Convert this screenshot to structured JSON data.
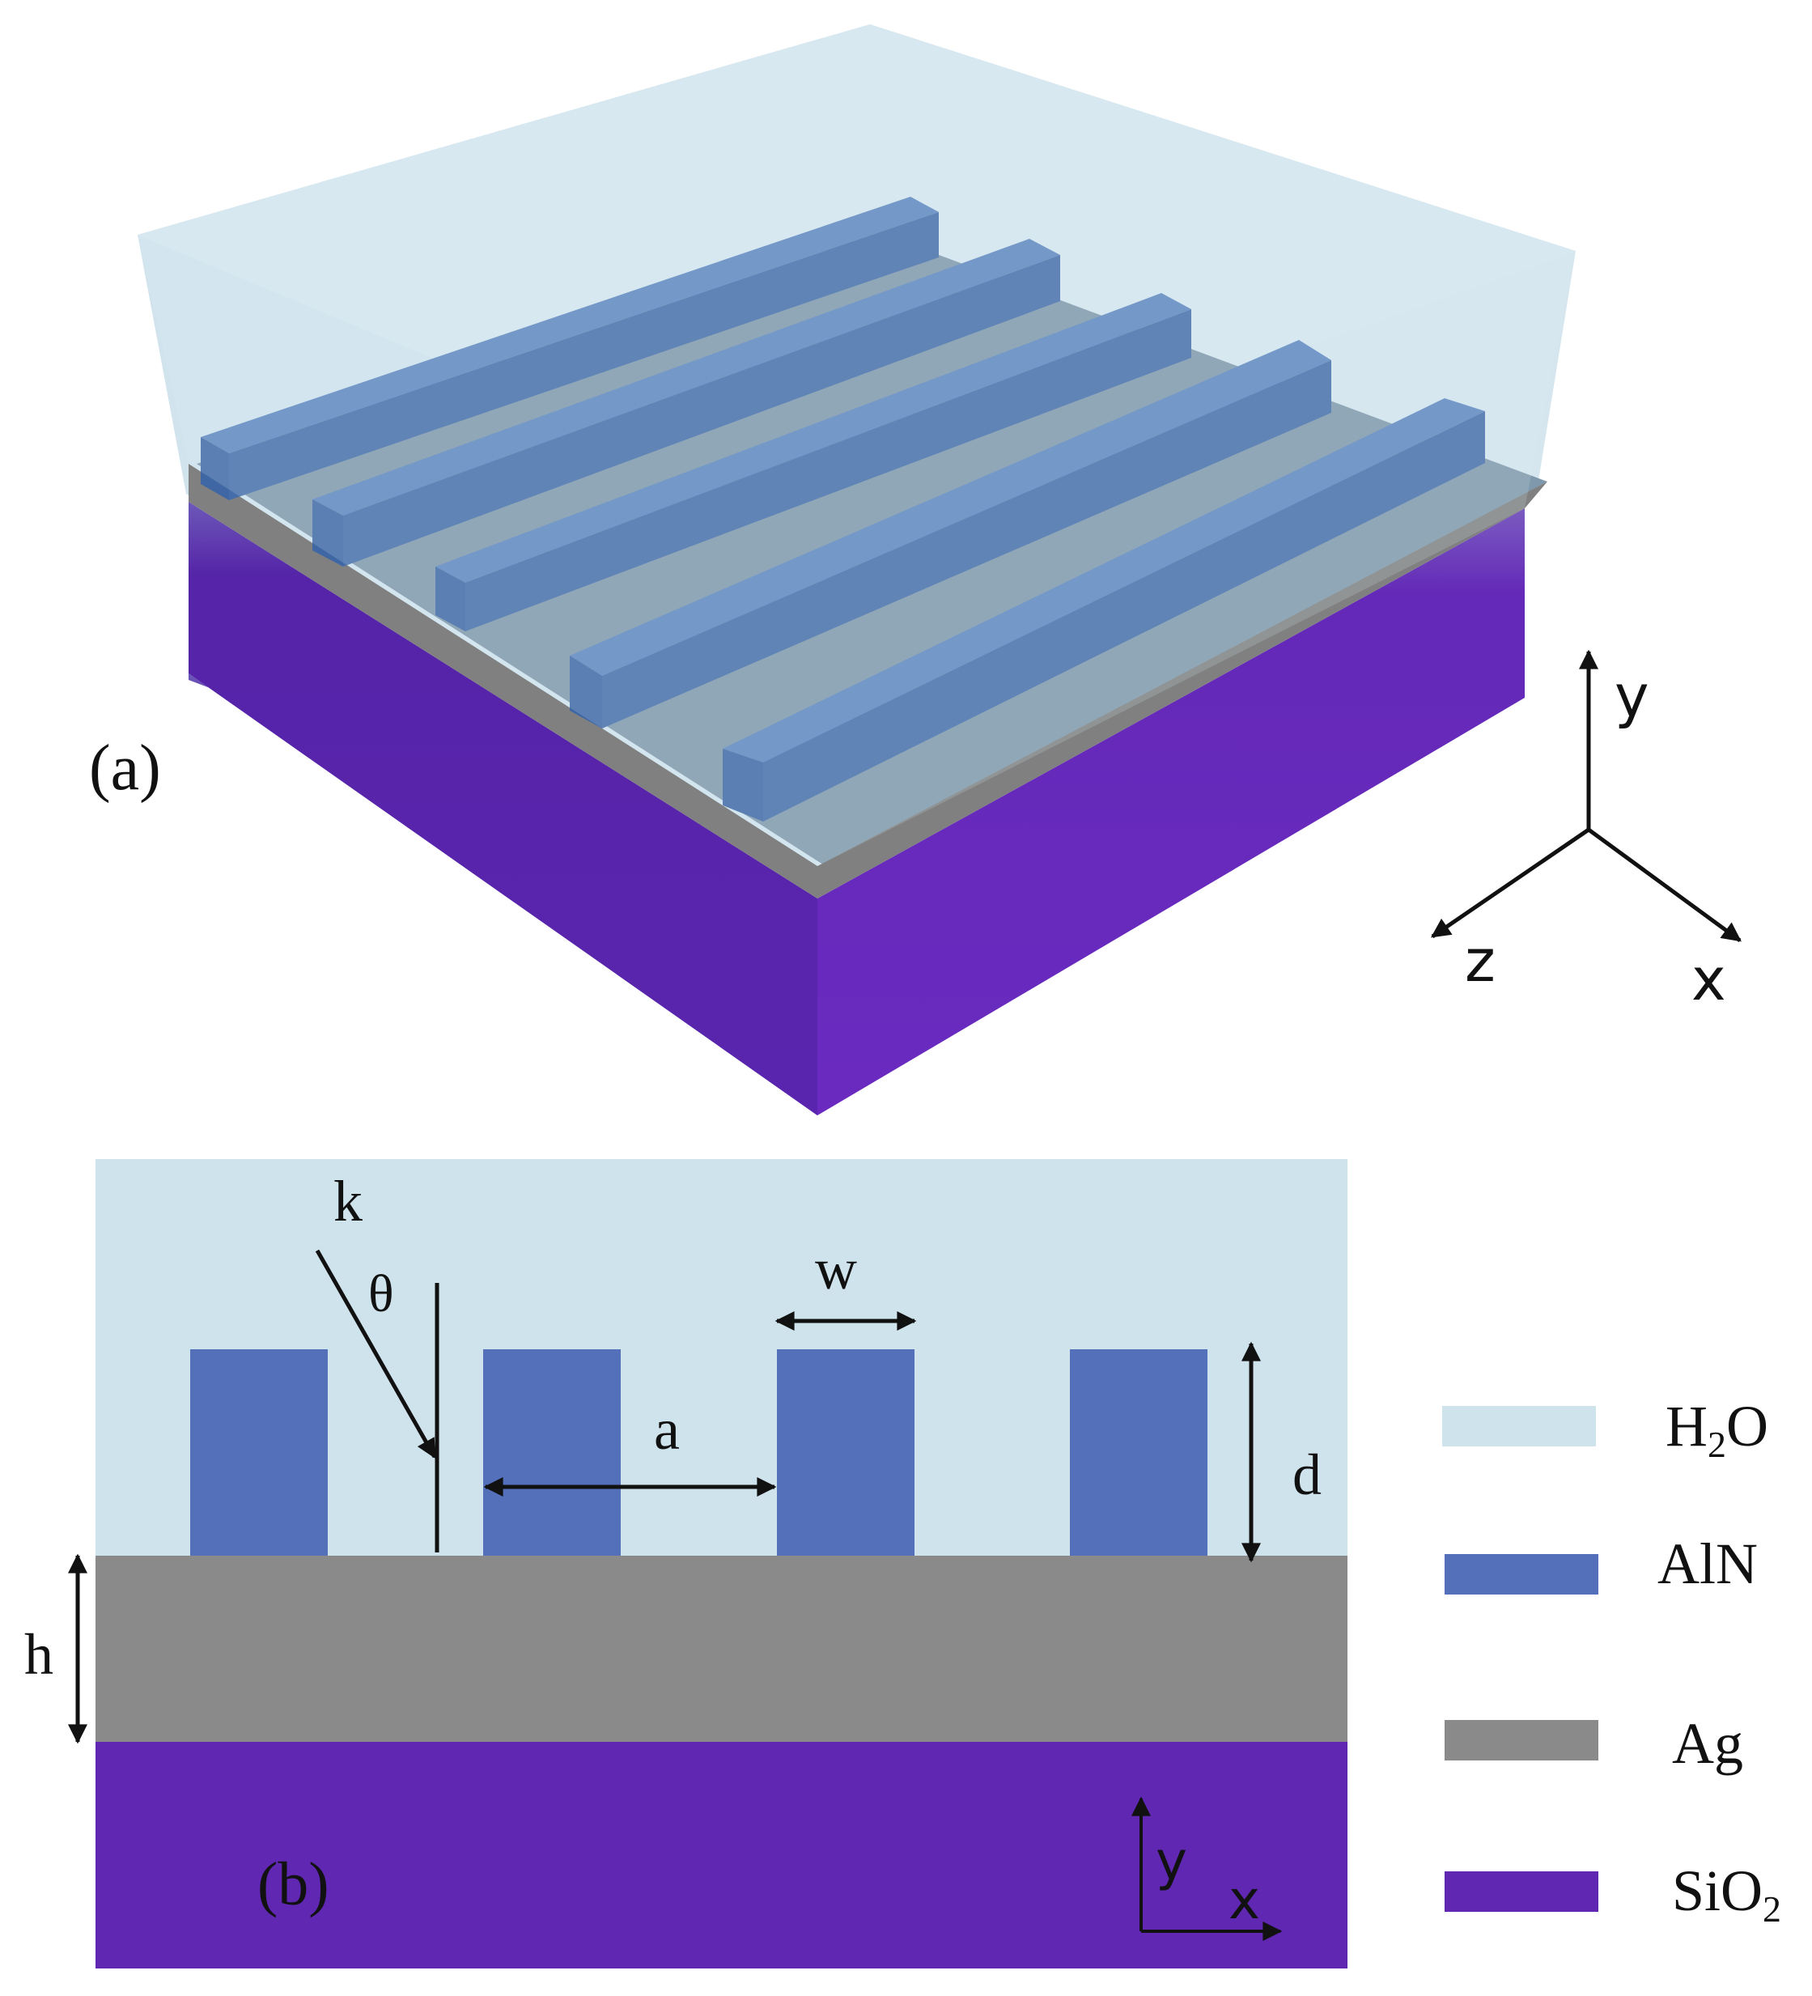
{
  "colors": {
    "water": "#cfe3ec",
    "aln": "#5470bb",
    "ag": "#8a8a8a",
    "sio2": "#5f27b2",
    "water_3d_top": "#d6e7ef",
    "ag_3d_top": "#7f98ab",
    "ag_3d_edge": "#808080",
    "sio2_3d_front": "#5524a8",
    "sio2_3d_side": "#6429b8",
    "rib_top": "#4b72ad",
    "rib_front": "#456da9",
    "rib_end": "#5d85be",
    "ink": "#111111"
  },
  "panel_a": {
    "label": "(a)",
    "rib_count": 5,
    "axes": {
      "y": "y",
      "x": "x",
      "z": "z"
    }
  },
  "panel_b": {
    "label": "(b)",
    "pillar_count": 4,
    "symbols": {
      "k": "k",
      "theta": "θ",
      "w": "w",
      "a": "a",
      "d": "d",
      "h": "h"
    },
    "axes": {
      "y": "y",
      "x": "x"
    }
  },
  "legend": {
    "items": [
      {
        "key": "water",
        "parts": [
          "H",
          "2",
          "O"
        ],
        "sub": 1
      },
      {
        "key": "aln",
        "parts": [
          "AlN"
        ],
        "sub": -1
      },
      {
        "key": "ag",
        "parts": [
          "Ag"
        ],
        "sub": -1
      },
      {
        "key": "sio2",
        "parts": [
          "SiO",
          "2"
        ],
        "sub": 1
      }
    ]
  }
}
